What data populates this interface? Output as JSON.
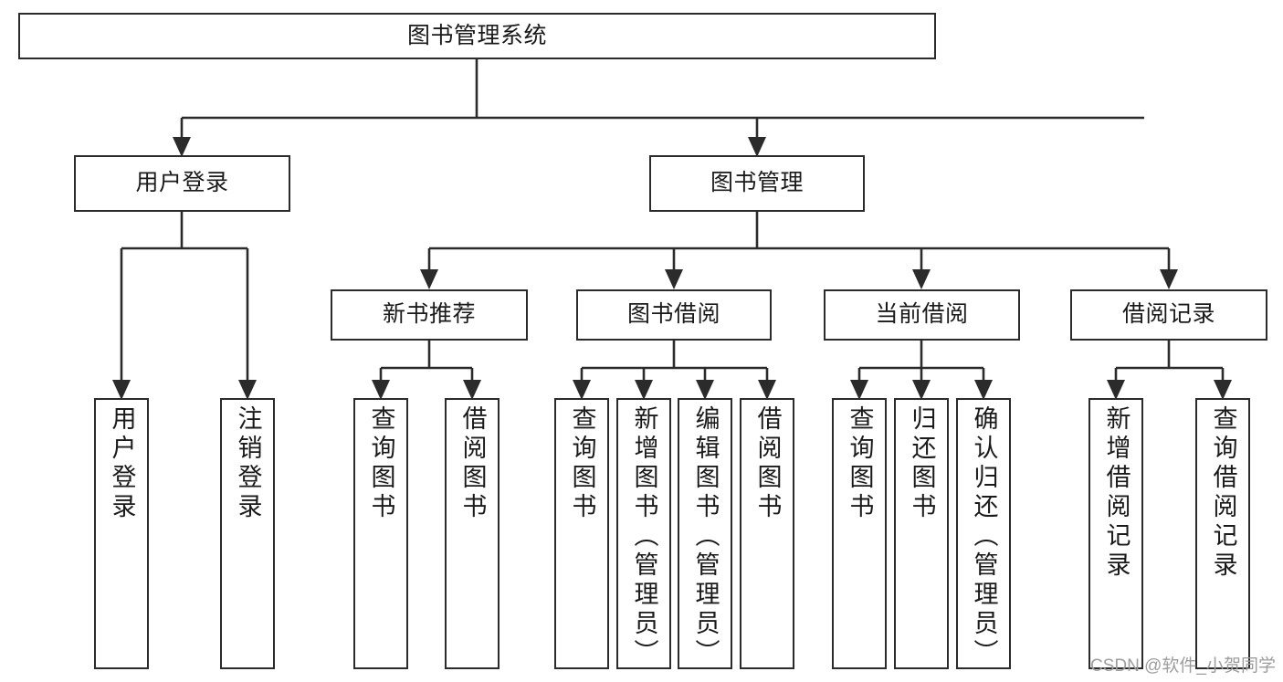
{
  "diagram": {
    "type": "tree-hierarchy-chart",
    "title": "图书管理系统",
    "watermark": "CSDN @软件_小贺同学",
    "colors": {
      "stroke": "#2b2b2b",
      "fill": "#ffffff",
      "text": "#1a1a1a",
      "watermark": "#9d9d9d"
    },
    "levels": {
      "root": {
        "label": "图书管理系统"
      },
      "level2": [
        {
          "id": "user-login",
          "label": "用户登录"
        },
        {
          "id": "book-management",
          "label": "图书管理"
        }
      ],
      "level3": [
        {
          "id": "new-book-recommend",
          "label": "新书推荐"
        },
        {
          "id": "book-borrow",
          "label": "图书借阅"
        },
        {
          "id": "current-borrow",
          "label": "当前借阅"
        },
        {
          "id": "borrow-record",
          "label": "借阅记录"
        }
      ],
      "leaves": [
        {
          "id": "leaf-user-login",
          "label": "用户登录",
          "parent": "user-login"
        },
        {
          "id": "leaf-logout-login",
          "label": "注销登录",
          "parent": "user-login"
        },
        {
          "id": "leaf-query-book-1",
          "label": "查询图书",
          "parent": "new-book-recommend"
        },
        {
          "id": "leaf-borrow-book-1",
          "label": "借阅图书",
          "parent": "new-book-recommend"
        },
        {
          "id": "leaf-query-book-2",
          "label": "查询图书",
          "parent": "book-borrow"
        },
        {
          "id": "leaf-add-book",
          "label": "新增图书（管理员）",
          "parent": "book-borrow"
        },
        {
          "id": "leaf-edit-book",
          "label": "编辑图书（管理员）",
          "parent": "book-borrow"
        },
        {
          "id": "leaf-borrow-book-2",
          "label": "借阅图书",
          "parent": "book-borrow"
        },
        {
          "id": "leaf-query-book-3",
          "label": "查询图书",
          "parent": "current-borrow"
        },
        {
          "id": "leaf-return-book",
          "label": "归还图书",
          "parent": "current-borrow"
        },
        {
          "id": "leaf-confirm-return",
          "label": "确认归还（管理员）",
          "parent": "current-borrow"
        },
        {
          "id": "leaf-add-record",
          "label": "新增借阅记录",
          "parent": "borrow-record"
        },
        {
          "id": "leaf-query-record",
          "label": "查询借阅记录",
          "parent": "borrow-record"
        }
      ]
    }
  }
}
